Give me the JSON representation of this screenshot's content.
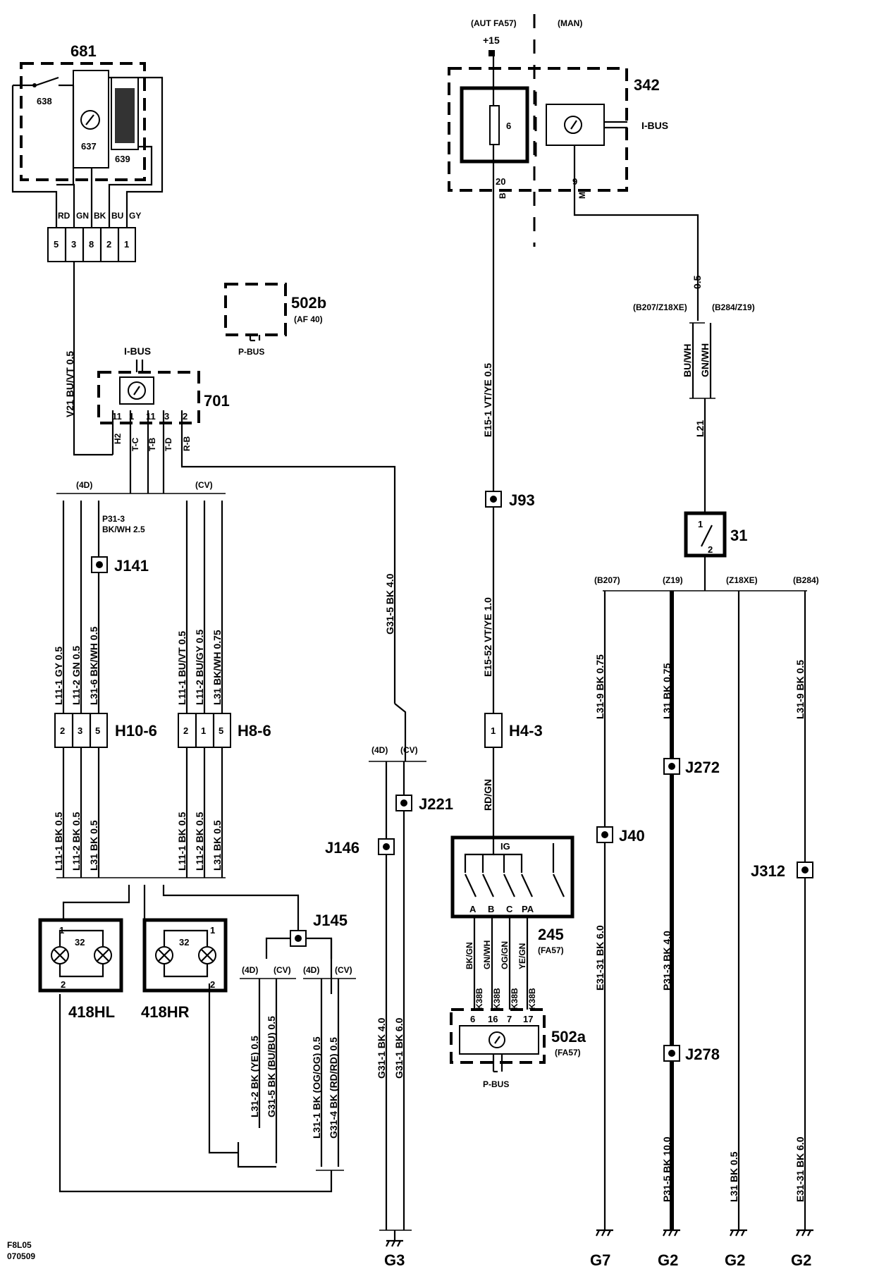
{
  "header": {
    "aut": "(AUT FA57)",
    "man": "(MAN)",
    "plus15": "+15"
  },
  "components": {
    "c681": "681",
    "c638": "638",
    "c637": "637",
    "c639": "639",
    "c342": "342",
    "c342_fuse": "6",
    "c342_ibus": "I-BUS",
    "c342_pin20": "20",
    "c342_pin9": "9",
    "c342_B": "B",
    "c342_M": "M",
    "c502b": "502b",
    "c502b_sub": "(AF 40)",
    "c502b_bus": "P-BUS",
    "c701": "701",
    "c701_ibus": "I-BUS",
    "c701_pins": [
      "11",
      "1",
      "11",
      "3",
      "2"
    ],
    "c701_codes": [
      "H2",
      "T-C",
      "T-B",
      "T-D",
      "R-B"
    ],
    "c31": "31",
    "c31_p1": "1",
    "c31_p2": "2",
    "c245": "245",
    "c245_sub": "(FA57)",
    "c245_ig": "IG",
    "c245_pos": [
      "A",
      "B",
      "C",
      "PA"
    ],
    "c502a": "502a",
    "c502a_sub": "(FA57)",
    "c502a_bus": "P-BUS",
    "c502a_pins": [
      "6",
      "16",
      "7",
      "17"
    ],
    "c502a_codes": [
      "K38B",
      "K38B",
      "K38B",
      "K38B"
    ],
    "c418hl": "418HL",
    "c418hr": "418HR",
    "lamp32": "32",
    "lamp_p1": "1",
    "lamp_p2": "2"
  },
  "connector_681": {
    "colors": [
      "RD",
      "GN",
      "BK",
      "BU",
      "GY"
    ],
    "pins": [
      "5",
      "3",
      "8",
      "2",
      "1"
    ]
  },
  "connectors": {
    "h10": "H10-6",
    "h10_pins": [
      "2",
      "3",
      "5"
    ],
    "h8": "H8-6",
    "h8_pins": [
      "2",
      "1",
      "5"
    ],
    "h43": "H4-3",
    "h43_pin": "1"
  },
  "junctions": {
    "j93": "J93",
    "j141": "J141",
    "j221": "J221",
    "j146": "J146",
    "j145": "J145",
    "j40": "J40",
    "j272": "J272",
    "j312": "J312",
    "j278": "J278"
  },
  "variants": {
    "d4": "(4D)",
    "cv": "(CV)",
    "b207": "(B207)",
    "z19": "(Z19)",
    "z18xe": "(Z18XE)",
    "b284": "(B284)",
    "b207z18xe": "(B207/Z18XE)",
    "b284z19": "(B284/Z19)"
  },
  "wires": {
    "v21": "V21 BU/VT 0.5",
    "p31_3a": "P31-3",
    "p31_3b": "BK/WH 2.5",
    "l11_1_gy": "L11-1 GY 0.5",
    "l11_2_gn": "L11-2 GN 0.5",
    "l31_6": "L31-6 BK/WH 0.5",
    "l11_1_buvt": "L11-1 BU/VT 0.5",
    "l11_2_bugy": "L11-2 BU/GY 0.5",
    "l31_bkwh": "L31 BK/WH 0.75",
    "l11_1_bk": "L11-1 BK 0.5",
    "l11_2_bk": "L11-2 BK 0.5",
    "l31_bk": "L31 BK 0.5",
    "g31_5": "G31-5 BK 4.0",
    "e15_1": "E15-1 VT/YE 0.5",
    "e15_52": "E15-52 VT/YE 1.0",
    "rdgn": "RD/GN",
    "l21_05": "0.5",
    "buwh": "BU/WH",
    "gnwh": "GN/WH",
    "l21": "L21",
    "l31_9_075": "L31-9 BK 0.75",
    "l31_bk_075": "L31 BK 0.75",
    "l31_9_05": "L31-9 BK 0.5",
    "e31_31_60": "E31-31 BK 6.0",
    "p31_3_40": "P31-3 BK 4.0",
    "p31_5_10": "P31-5 BK 10.0",
    "l31_bk_05": "L31 BK 0.5",
    "e31_31_60b": "E31-31 BK 6.0",
    "w245": [
      "BK/GN",
      "GN/WH",
      "OG/GN",
      "YE/GN"
    ],
    "l31_2": "L31-2 BK (YE) 0.5",
    "g31_5bu": "G31-5 BK (BU/BU) 0.5",
    "l31_1og": "L31-1 BK (OG/OG) 0.5",
    "g31_4rd": "G31-4 BK (RD/RD) 0.5",
    "g31_1_40": "G31-1 BK 4.0",
    "g31_1_60": "G31-1 BK 6.0"
  },
  "grounds": {
    "g3": "G3",
    "g7": "G7",
    "g2a": "G2",
    "g2b": "G2",
    "g2c": "G2"
  },
  "footer": {
    "code": "F8L05",
    "date": "070509"
  }
}
